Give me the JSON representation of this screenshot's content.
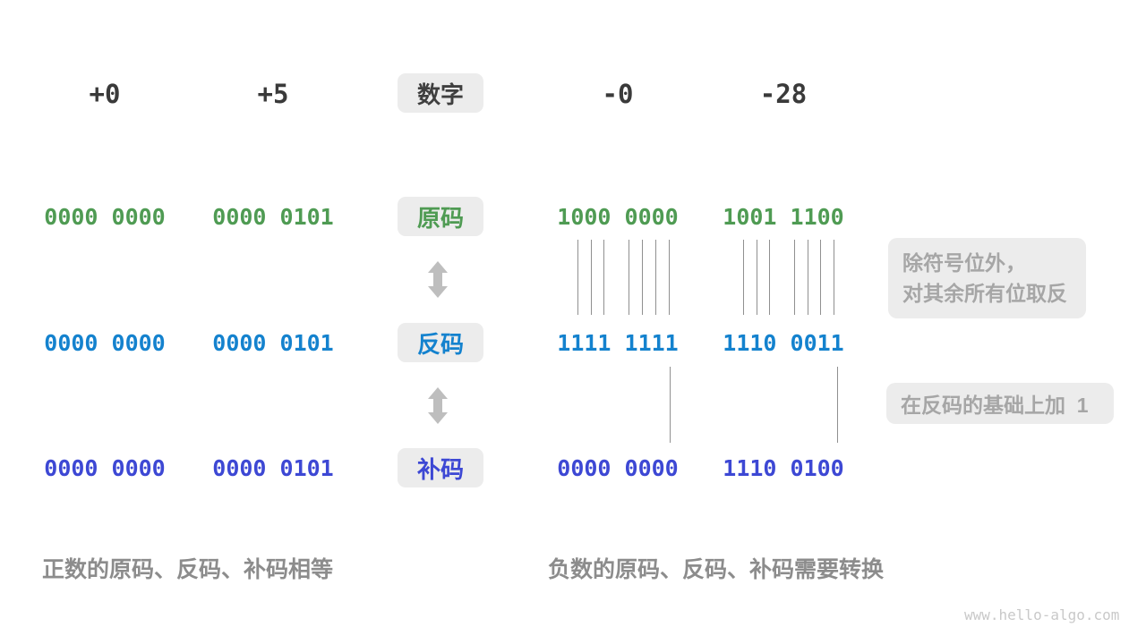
{
  "header": {
    "label": "数字",
    "values": [
      "+0",
      "+5",
      "-0",
      "-28"
    ]
  },
  "rows": [
    {
      "label": "原码",
      "color": "#4f9b53",
      "values": [
        "0000 0000",
        "0000 0101",
        "1000 0000",
        "1001 1100"
      ]
    },
    {
      "label": "反码",
      "color": "#1482ce",
      "values": [
        "0000 0000",
        "0000 0101",
        "1111 1111",
        "1110 0011"
      ]
    },
    {
      "label": "补码",
      "color": "#3d48d4",
      "values": [
        "0000 0000",
        "0000 0101",
        "0000 0000",
        "1110 0100"
      ]
    }
  ],
  "annotations": {
    "invert_note_line1": "除符号位外，",
    "invert_note_line2": "对其余所有位取反",
    "add_one_note": "在反码的基础上加  1"
  },
  "captions": {
    "positive": "正数的原码、反码、补码相等",
    "negative": "负数的原码、反码、补码需要转换"
  },
  "watermark": "www.hello-algo.com",
  "colors": {
    "sign_magnitude_green": "#4f9b53",
    "ones_complement_blue": "#1482ce",
    "twos_complement_indigo": "#3d48d4",
    "label_box_gray": "#ececec",
    "note_text_gray": "#a6a6a6",
    "caption_gray": "#8c8c8c",
    "arrow_gray": "#bebebe",
    "header_text": "#3a3a3a"
  }
}
